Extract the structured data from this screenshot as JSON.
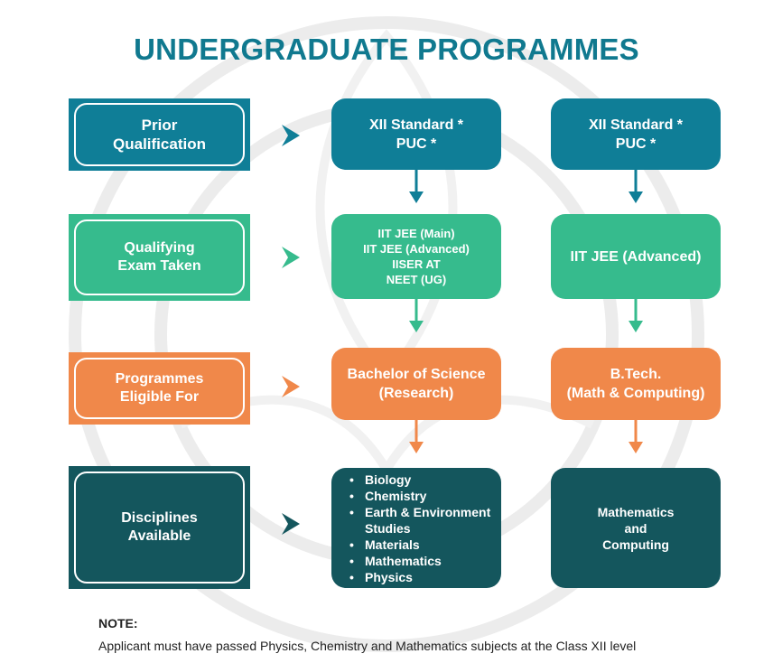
{
  "title": "UNDERGRADUATE PROGRAMMES",
  "colors": {
    "title": "#10798f",
    "teal": "#0f7e97",
    "green": "#36bb8d",
    "orange": "#f0884a",
    "dark_teal": "#14565d"
  },
  "rows": [
    {
      "label": [
        "Prior",
        "Qualification"
      ],
      "col1": [
        "XII Standard *",
        "PUC *"
      ],
      "col2": [
        "XII Standard *",
        "PUC *"
      ]
    },
    {
      "label": [
        "Qualifying",
        "Exam Taken"
      ],
      "col1": [
        "IIT JEE (Main)",
        "IIT JEE (Advanced)",
        "IISER AT",
        "NEET (UG)"
      ],
      "col2": [
        "IIT JEE (Advanced)"
      ]
    },
    {
      "label": [
        "Programmes",
        "Eligible For"
      ],
      "col1": [
        "Bachelor of Science",
        "(Research)"
      ],
      "col2": [
        "B.Tech.",
        "(Math & Computing)"
      ]
    },
    {
      "label": [
        "Disciplines",
        "Available"
      ],
      "col1": [
        "Biology",
        "Chemistry",
        "Earth & Environment Studies",
        "Materials",
        "Mathematics",
        "Physics"
      ],
      "col2": [
        "Mathematics",
        "and",
        "Computing"
      ]
    }
  ],
  "note": {
    "heading": "NOTE:",
    "text": "Applicant must have passed Physics, Chemistry and Mathematics subjects at the Class XII level"
  }
}
